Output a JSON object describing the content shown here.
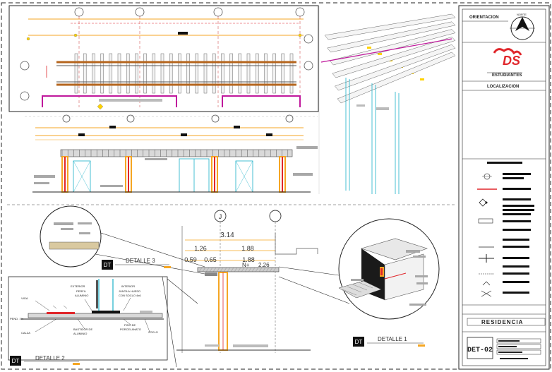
{
  "sheet": {
    "orientation_label": "ORIENTACION",
    "north_label": "NORTE",
    "logo_text": "DS",
    "logo_caption": "ESTUDIANTES",
    "location_label": "LOCALIZACION",
    "project_title": "RESIDENCIA",
    "sheet_code": "DET-02"
  },
  "details": {
    "detail_1": "DETALLE 1",
    "detail_2": "DETALLE 2",
    "detail_3": "DETALLE 3",
    "dt_badge": "DT",
    "axis_j": "J"
  },
  "dimensions": {
    "total": "3.14",
    "left": "1.26",
    "right": "1.88",
    "right_lower": "1.88",
    "small_a": "0.59",
    "small_b": "0.65",
    "n_level": "N+",
    "level_value": "2.26"
  },
  "detail2_labels": {
    "exterior": "EXTERIOR",
    "interior": "INTERIOR",
    "perfil": "PERFIL",
    "aluminio": "ALUMINIO",
    "junta": "JUNTA A HUESO",
    "con_sello": "CON SOCLO 4x6",
    "viga": "VIGA",
    "pendiente": "PEND. 1%",
    "calza": "CALZA",
    "bastidor": "BASTIDOR DE",
    "bastidor2": "ALUMINIO",
    "piso": "PISO DE",
    "porcelanato": "PORCELANATO",
    "zoclo": "ZOCLO"
  },
  "colors": {
    "line": "#1a1a1a",
    "red": "#e0262b",
    "magenta": "#c0189c",
    "orange": "#f5a623",
    "yellow": "#ffd200",
    "cyan": "#1ab0c8",
    "gray": "#9a9a9a"
  }
}
